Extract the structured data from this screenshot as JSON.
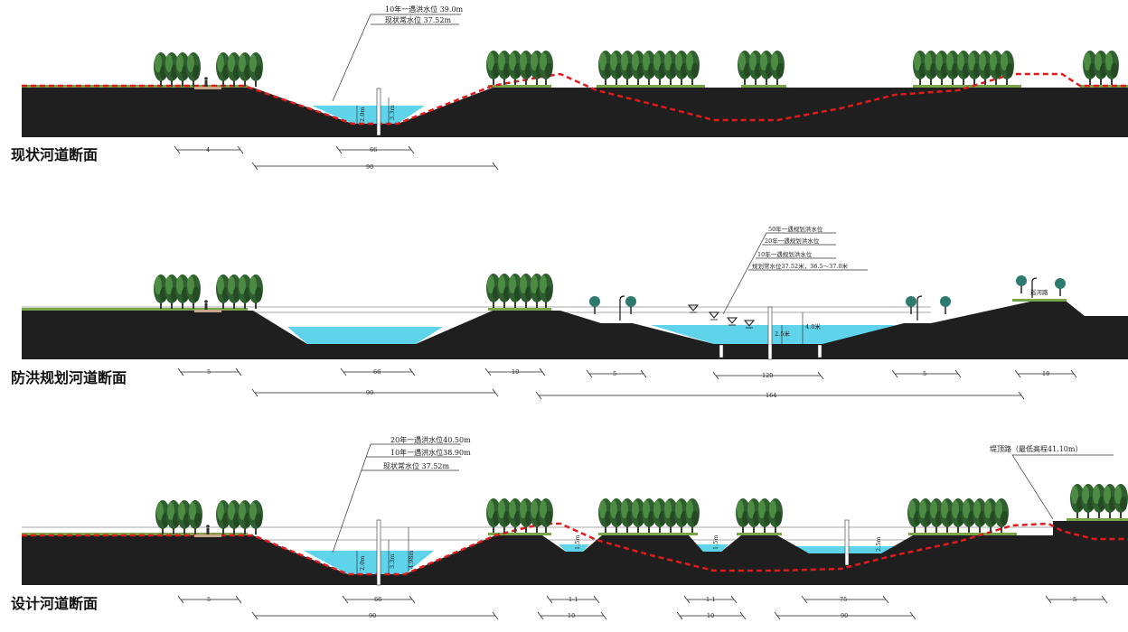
{
  "colors": {
    "ground": "#1f1f1f",
    "water": "#5fd3ea",
    "existing_line": "#e11b1b",
    "tree": "#2f5f2e",
    "grass": "#7aa64a"
  },
  "sections": [
    {
      "title": "现状河道断面",
      "annotations": [
        "10年一遇洪水位 39.0m",
        "现状常水位 37.52m"
      ],
      "depth_labels": [
        "2.0m",
        "3.3m"
      ],
      "dims_top": [
        "4",
        "66"
      ],
      "dims_bottom": [
        "90"
      ]
    },
    {
      "title": "防洪规划河道断面",
      "annotations": [
        "50年一遇规划洪水位",
        "20年一遇规划洪水位",
        "10年一遇规划洪水位",
        "规划常水位37.52米，36.5～37.0米"
      ],
      "depth_labels": [
        "2.5米",
        "4.0米"
      ],
      "road_label": "巡河路",
      "dims_top": [
        "5",
        "66",
        "10",
        "5",
        "120",
        "5",
        "10"
      ],
      "dims_bottom": [
        "90",
        "164"
      ]
    },
    {
      "title": "设计河道断面",
      "annotations": [
        "20年一遇洪水位40.50m",
        "10年一遇洪水位38.90m",
        "现状常水位 37.52m"
      ],
      "road_annotation": "堤顶路（最低高程41.10m）",
      "depth_labels": [
        "2.0m",
        "3.3m",
        "4.98m",
        "1.5m",
        "1.5m",
        "2.5m"
      ],
      "dims_top": [
        "5",
        "66",
        "1-1",
        "1-1",
        "75",
        "5"
      ],
      "dims_bottom": [
        "90",
        "10",
        "10",
        "90"
      ]
    }
  ]
}
